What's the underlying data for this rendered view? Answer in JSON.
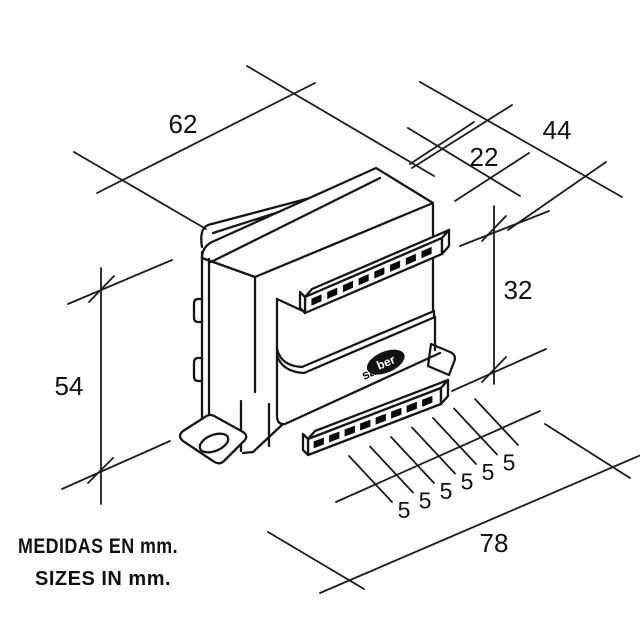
{
  "drawing": {
    "title": "transformer-dimension-diagram",
    "dimensions": {
      "core_width": "62",
      "total_depth": "44",
      "core_depth": "22",
      "coil_height": "32",
      "total_height": "54",
      "total_width": "78"
    },
    "pitch_labels": [
      "5",
      "5",
      "5",
      "5",
      "5",
      "5"
    ],
    "notes": {
      "line1": "MEDIDAS EN mm.",
      "line2_pre": "SIZES ",
      "line2_bold": "IN",
      "line2_post": " mm."
    },
    "logo": {
      "prefix": "sa",
      "oval_text": "ber"
    },
    "colors": {
      "line": "#161616",
      "background": "#ffffff",
      "terminal": "#0a0a0a"
    }
  }
}
